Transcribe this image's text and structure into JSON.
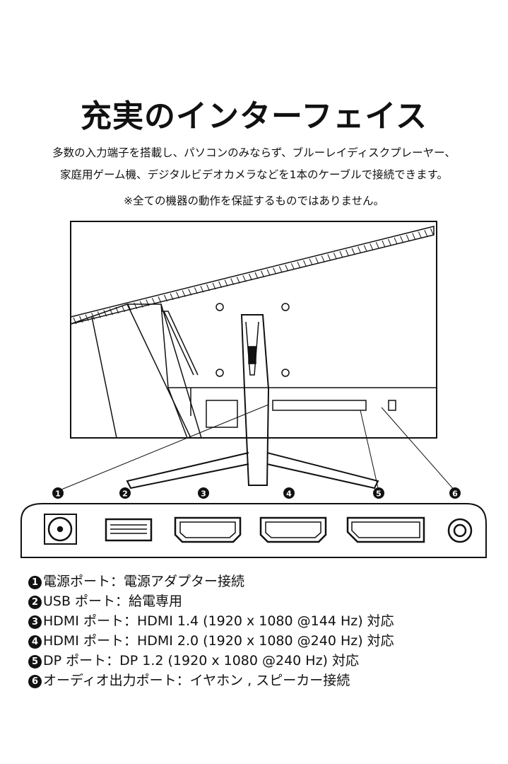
{
  "title": "充実のインターフェイス",
  "description": {
    "line1": "多数の入力端子を搭載し、パソコンのみならず、ブルーレイディスクプレーヤー、",
    "line2": "家庭用ゲーム機、デジタルビデオカメラなどを1本のケーブルで接続できます。",
    "note": "※全ての機器の動作を保証するものではありません。"
  },
  "port_numbers": [
    "1",
    "2",
    "3",
    "4",
    "5",
    "6"
  ],
  "port_icons": [
    "dc-power-jack-icon",
    "usb-port-icon",
    "hdmi-port-icon",
    "hdmi-port-icon",
    "displayport-icon",
    "audio-jack-icon"
  ],
  "legend": [
    {
      "num": "1",
      "text": "電源ポート：電源アダプター接続"
    },
    {
      "num": "2",
      "text": "USB ポート：給電専用"
    },
    {
      "num": "3",
      "text": "HDMI ポート：HDMI 1.4 (1920 x 1080 @144 Hz) 対応"
    },
    {
      "num": "4",
      "text": "HDMI ポート：HDMI 2.0 (1920 x 1080 @240 Hz) 対応"
    },
    {
      "num": "5",
      "text": "DP ポート：DP 1.2 (1920 x 1080 @240 Hz) 対応"
    },
    {
      "num": "6",
      "text": "オーディオ出力ポート：イヤホン , スピーカー接続"
    }
  ]
}
